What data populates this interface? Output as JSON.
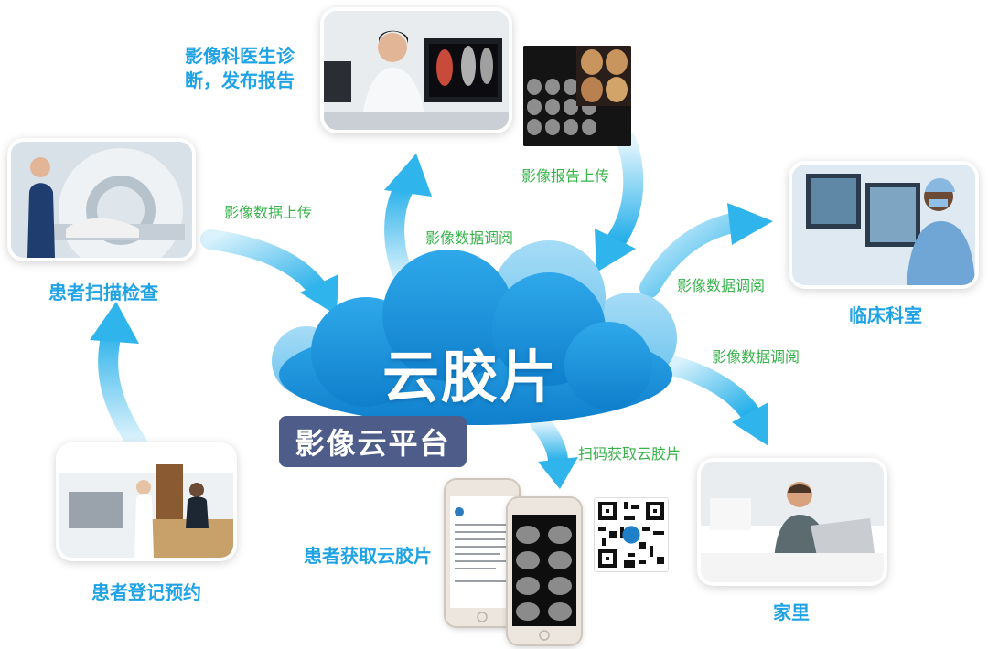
{
  "center": {
    "cloud_title": "云胶片",
    "platform_badge": "影像云平台"
  },
  "nodes": {
    "radiologist": "影像科医生诊\n断，发布报告",
    "scan": "患者扫描检查",
    "clinical": "临床科室",
    "register": "患者登记预约",
    "home": "家里",
    "patient_get": "患者获取云胶片"
  },
  "flows": {
    "upload_data": "影像数据上传",
    "view_data_1": "影像数据调阅",
    "report_upload": "影像报告上传",
    "view_data_2": "影像数据调阅",
    "view_data_3": "影像数据调阅",
    "scan_qr": "扫码获取云胶片"
  },
  "colors": {
    "node_label": "#1fa3e6",
    "flow_label": "#37b34a",
    "cloud_dark": "#1690d6",
    "cloud_light": "#8fd3f4",
    "arrow": "#2fb5ec",
    "badge": "#4e5c8a"
  }
}
